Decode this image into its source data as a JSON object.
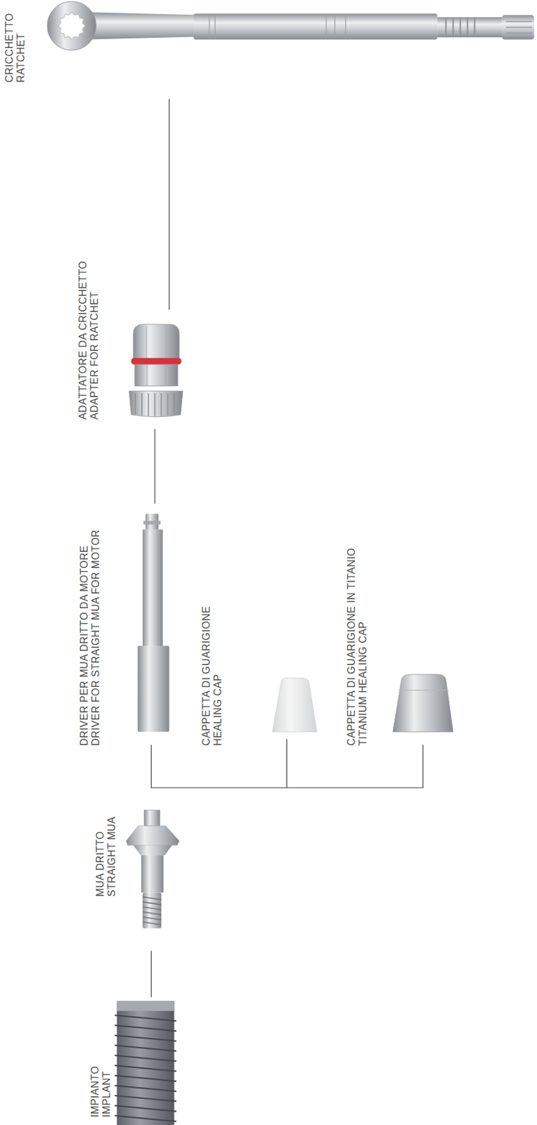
{
  "diagram": {
    "labels": [
      "CRICCHETTO",
      "RATCHET",
      "ADATTATORE DA CRICCHETTO",
      "ADAPTER FOR RATCHET",
      "DRIVER PER MUA DRITTO DA MOTORE",
      "DRIVER FOR STRAIGHT MUA FOR MOTOR",
      "CAPPETTA DI GUARIGIONE",
      "HEALING CAP",
      "CAPPETTA DI GUARIGIONE IN TITANIO",
      "TITANIUM HEALING CAP",
      "MUA DRITTO",
      "STRAIGHT MUA",
      "IMPIANTO",
      "IMPLANT"
    ]
  }
}
